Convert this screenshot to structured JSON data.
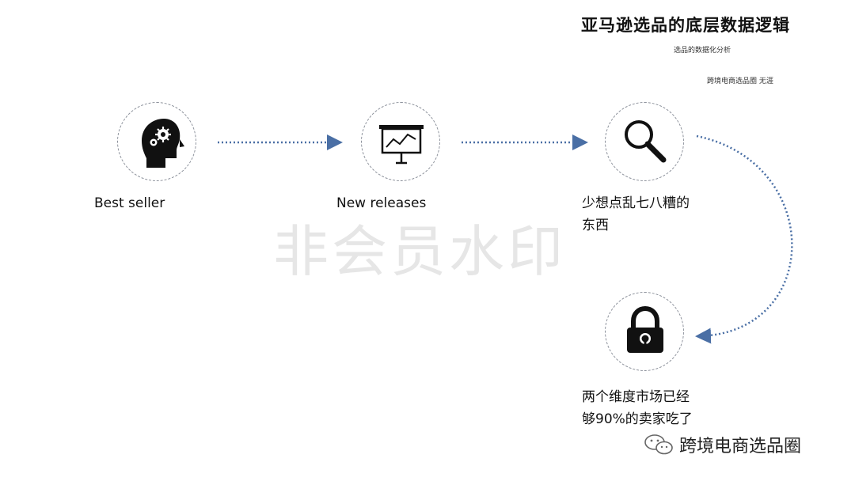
{
  "header": {
    "title": "亚马逊选品的底层数据逻辑",
    "subtitle": "选品的数据化分析",
    "author": "跨境电商选品圈 无涯"
  },
  "nodes": [
    {
      "icon": "head-gears-icon",
      "label": "Best seller"
    },
    {
      "icon": "presentation-chart-icon",
      "label": "New releases"
    },
    {
      "icon": "magnifier-icon",
      "label_line1": "少想点乱七八糟的",
      "label_line2": "东西"
    },
    {
      "icon": "padlock-icon",
      "label_line1": "两个维度市场已经",
      "label_line2": "够90%的卖家吃了"
    }
  ],
  "watermark": "非会员水印",
  "brand": {
    "icon": "wechat-icon",
    "text": "跨境电商选品圈"
  },
  "colors": {
    "connector": "#4a6fa5",
    "circle_border": "#8a8f99",
    "watermark": "#e6e6e6"
  }
}
